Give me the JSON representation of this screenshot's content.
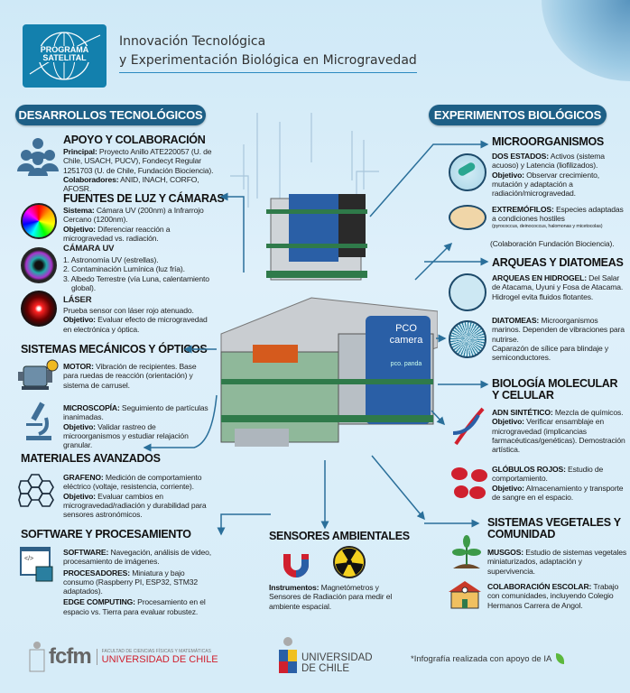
{
  "header": {
    "logo_text": [
      "PROGRAMA",
      "SATELITAL"
    ],
    "title_line1": "Innovación Tecnológica",
    "title_line2": "y Experimentación Biológica en Microgravedad"
  },
  "left": {
    "pill": "DESARROLLOS TECNOLÓGICOS",
    "apoyo": {
      "title": "APOYO Y COLABORACIÓN",
      "l1_label": "Principal:",
      "l1": " Proyecto Anillo ATE220057 (U. de Chile, USACH, PUCV), Fondecyt Regular 1251703 (U. de Chile, Fundación Biociencia).",
      "l2_label": "Colaboradores:",
      "l2": " ANID, INACH, CORFO, AFOSR."
    },
    "fuentes": {
      "title": "FUENTES DE LUZ Y CÁMARAS",
      "l1_label": "Sistema:",
      "l1": " Cámara UV (200nm) a Infrarrojo Cercano (1200nm).",
      "l2_label": "Objetivo:",
      "l2": " Diferenciar reacción a microgravedad vs. radiación."
    },
    "camara": {
      "title": "CÁMARA UV",
      "items": [
        "1. Astronomía UV (estrellas).",
        "2. Contaminación Lumínica (luz fría).",
        "3. Albedo Terrestre (vía Luna, calentamiento global)."
      ]
    },
    "laser": {
      "title": "LÁSER",
      "l1": "Prueba sensor con láser rojo atenuado.",
      "l2_label": "Objetivo:",
      "l2": " Evaluar efecto de microgravedad en electrónica y óptica."
    },
    "mecanicos": {
      "title": "SISTEMAS MECÁNICOS Y ÓPTICOS",
      "motor_label": "MOTOR:",
      "motor": " Vibración de recipientes. Base para ruedas de reacción (orientación) y sistema de carrusel.",
      "micro_label": "MICROSCOPÍA:",
      "micro": " Seguimiento de partículas inanimadas.",
      "micro_obj_label": "Objetivo:",
      "micro_obj": " Validar rastreo de microorganismos y estudiar relajación granular."
    },
    "materiales": {
      "title": "MATERIALES AVANZADOS",
      "l1_label": "GRAFENO:",
      "l1": " Medición de comportamiento eléctrico (voltaje, resistencia, corriente).",
      "l2_label": "Objetivo:",
      "l2": " Evaluar cambios en microgravedad/radiación y durabilidad para sensores astronómicos."
    },
    "software": {
      "title": "SOFTWARE Y PROCESAMIENTO",
      "l1_label": "SOFTWARE:",
      "l1": " Navegación, análisis de video, procesamiento de imágenes.",
      "l2_label": "PROCESADORES:",
      "l2": " Miniatura y bajo consumo (Raspberry PI, ESP32, STM32 adaptados).",
      "l3_label": "EDGE COMPUTING:",
      "l3": " Procesamiento en el espacio vs. Tierra para evaluar robustez."
    }
  },
  "center": {
    "camera_label": "PCO camera",
    "brand": "pco. panda",
    "sensores": {
      "title": "SENSORES AMBIENTALES",
      "label": "Instrumentos:",
      "text": " Magnetómetros y Sensores de Radiación para medir el ambiente espacial."
    }
  },
  "right": {
    "pill": "EXPERIMENTOS BIOLÓGICOS",
    "micro": {
      "title": "MICROORGANISMOS",
      "l1_label": "DOS ESTADOS:",
      "l1": " Activos (sistema acuoso) y Latencia (liofilizados).",
      "l2_label": "Objetivo:",
      "l2": " Observar crecimiento, mutación y adaptación a radiación/microgravedad.",
      "l3_label": "EXTREMÓFILOS:",
      "l3": " Especies adaptadas a condiciones hostiles",
      "l3_small": "(pyrococcus, deinococcus, halomonas y micetocolas)",
      "l3_end": "(Colaboración Fundación Biociencia)."
    },
    "arqueas": {
      "title": "ARQUEAS Y DIATOMEAS",
      "l1_label": "ARQUEAS EN HIDROGEL:",
      "l1": " Del Salar de Atacama, Uyuni y Fosa de Atacama.",
      "l1b": "Hidrogel evita fluidos flotantes.",
      "l2_label": "DIATOMEAS:",
      "l2": " Microorganismos marinos. Dependen de vibraciones para nutrirse.",
      "l2b": "Caparazón de sílice para blindaje y semiconductores."
    },
    "bio": {
      "title": "BIOLOGÍA MOLECULAR Y CELULAR",
      "l1_label": "ADN SINTÉTICO:",
      "l1": " Mezcla de químicos.",
      "l1o_label": "Objetivo:",
      "l1o": " Verificar ensamblaje en microgravedad (implicancias farmacéuticas/genéticas). Demostración artística.",
      "l2_label": "GLÓBULOS ROJOS:",
      "l2": " Estudio de comportamiento.",
      "l2o_label": "Objetivo:",
      "l2o": " Almacenamiento y transporte de sangre en el espacio."
    },
    "veg": {
      "title": "SISTEMAS VEGETALES Y COMUNIDAD",
      "l1_label": "MUSGOS:",
      "l1": " Estudio de sistemas vegetales miniaturizados, adaptación y supervivencia.",
      "l2_label": "COLABORACIÓN ESCOLAR:",
      "l2": " Trabajo con comunidades, incluyendo Colegio Hermanos Carrera de Angol."
    }
  },
  "footer": {
    "fcfm": "fcfm",
    "fcfm_sub": "FACULTAD DE CIENCIAS FÍSICAS Y MATEMÁTICAS",
    "fcfm_uni": "UNIVERSIDAD DE CHILE",
    "uchile1": "UNIVERSIDAD",
    "uchile2": "DE CHILE",
    "note": "*Infografía realizada con apoyo de IA"
  },
  "colors": {
    "accent": "#1d5f86",
    "line": "#2a6f9a",
    "red": "#d0202e",
    "logo_bg": "#1380ad"
  },
  "icons": [
    "group-icon",
    "color-wheel-icon",
    "camera-lens-icon",
    "laser-icon",
    "motor-icon",
    "microscope-icon",
    "graphene-icon",
    "code-chip-icon",
    "bacteria-icon",
    "petri-dish-icon",
    "archaea-icon",
    "diatom-icon",
    "dna-icon",
    "red-blood-cells-icon",
    "sprout-icon",
    "school-icon",
    "magnet-icon",
    "radiation-icon",
    "leaf-icon"
  ]
}
